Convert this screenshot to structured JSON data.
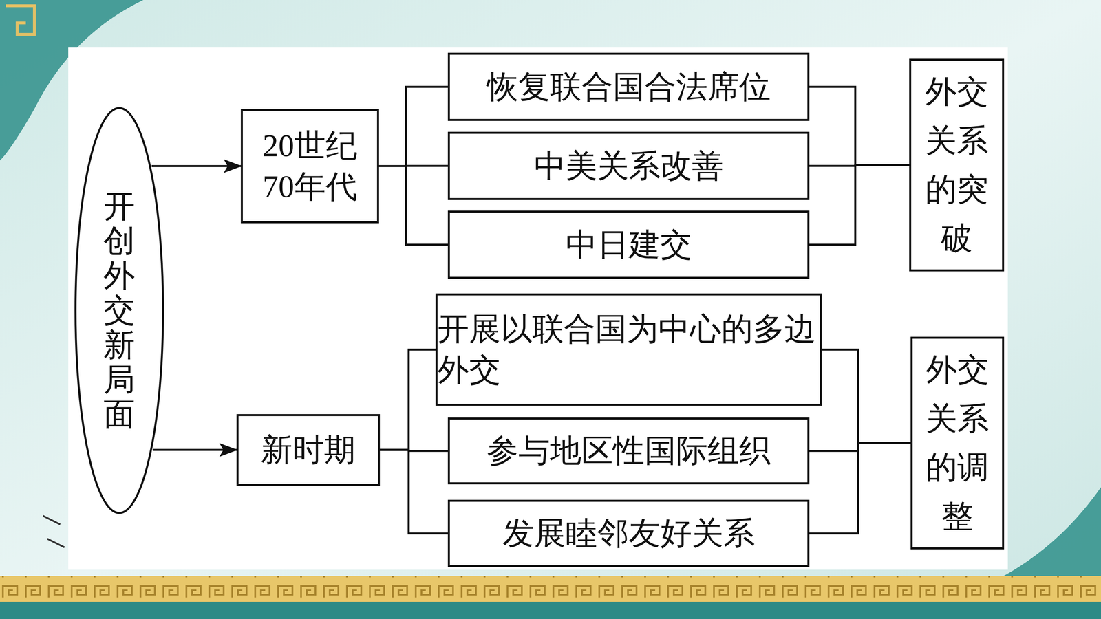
{
  "diagram": {
    "nodes": [
      {
        "text": [
          "开创外交新局面"
        ]
      },
      {
        "text": [
          "20世纪70年代"
        ]
      },
      {
        "text": [
          "恢复联合国合法席位"
        ]
      },
      {
        "text": [
          "中美关系改善"
        ]
      },
      {
        "text": [
          "中日建交"
        ]
      },
      {
        "text": [
          "外交关系的突破"
        ]
      },
      {
        "text": [
          "新时期"
        ]
      },
      {
        "text": [
          "开展以联合国为中心的多边外交"
        ]
      },
      {
        "text": [
          "参与地区性国际组织"
        ]
      },
      {
        "text": [
          "发展睦邻友好关系"
        ]
      },
      {
        "text": [
          "外交关系的调整"
        ]
      }
    ],
    "edges": [
      {
        "from": 0,
        "to": 1,
        "arrow": "to"
      },
      {
        "from": 0,
        "to": 6,
        "arrow": "to"
      },
      {
        "from": 1,
        "to": 2,
        "arrow": "none"
      },
      {
        "from": 1,
        "to": 3,
        "arrow": "none"
      },
      {
        "from": 1,
        "to": 4,
        "arrow": "none"
      },
      {
        "from": 2,
        "to": 5,
        "arrow": "none"
      },
      {
        "from": 3,
        "to": 5,
        "arrow": "none"
      },
      {
        "from": 4,
        "to": 5,
        "arrow": "none"
      },
      {
        "from": 6,
        "to": 7,
        "arrow": "none"
      },
      {
        "from": 6,
        "to": 8,
        "arrow": "none"
      },
      {
        "from": 6,
        "to": 9,
        "arrow": "none"
      },
      {
        "from": 7,
        "to": 10,
        "arrow": "none"
      },
      {
        "from": 8,
        "to": 10,
        "arrow": "none"
      },
      {
        "from": 9,
        "to": 10,
        "arrow": "none"
      }
    ]
  }
}
